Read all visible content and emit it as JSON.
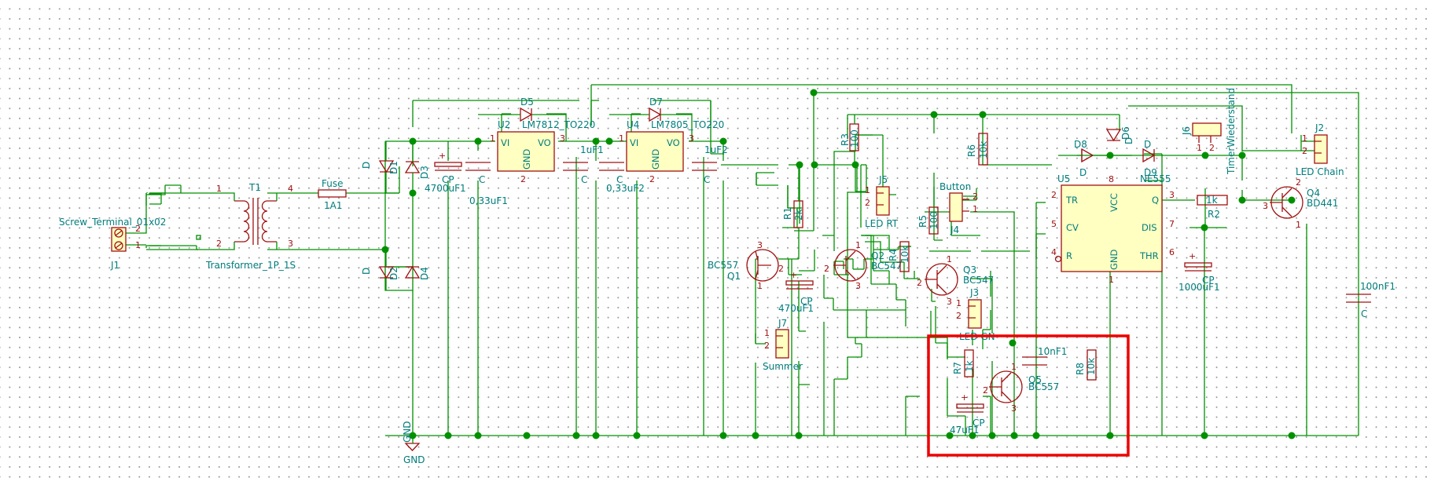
{
  "components": {
    "j1": {
      "ref": "J1",
      "value": "Screw_Terminal_01x02"
    },
    "t1": {
      "ref": "T1",
      "value": "Transformer_1P_1S"
    },
    "fuse": {
      "ref": "Fuse",
      "value": "1A1"
    },
    "d1": {
      "ref": "D1",
      "type": "D"
    },
    "d2": {
      "ref": "D2",
      "type": "D"
    },
    "d3": {
      "ref": "D3"
    },
    "d4": {
      "ref": "D4"
    },
    "cp1": {
      "ref": "CP",
      "value": "4700uF1"
    },
    "c1": {
      "ref": "C",
      "value": "0,33uF1"
    },
    "u2": {
      "ref": "U2",
      "value": "LM7812_TO220"
    },
    "d5": {
      "ref": "D5"
    },
    "c2": {
      "ref": "C",
      "value": "1uF1"
    },
    "c3": {
      "ref": "C",
      "value": "0,33uF2"
    },
    "u4": {
      "ref": "U4",
      "value": "LM7805_TO220"
    },
    "d7": {
      "ref": "D7"
    },
    "c4": {
      "ref": "C",
      "value": "1uF2"
    },
    "r3": {
      "ref": "R3",
      "value": "100"
    },
    "r1": {
      "ref": "R1",
      "value": "2k"
    },
    "q1": {
      "ref": "Q1",
      "value": "BC557"
    },
    "cp2": {
      "ref": "CP",
      "value": "470uF1"
    },
    "j7": {
      "ref": "J7",
      "value": "Summer"
    },
    "j5": {
      "ref": "J5",
      "value": "LED RT"
    },
    "q2": {
      "ref": "Q2",
      "value": "BC547"
    },
    "r4": {
      "ref": "R4",
      "value": "10k"
    },
    "r5": {
      "ref": "R5",
      "value": "100"
    },
    "r6": {
      "ref": "R6",
      "value": "10k"
    },
    "q3": {
      "ref": "Q3",
      "value": "BC547"
    },
    "j3": {
      "ref": "J3",
      "value": "LED GN"
    },
    "j4": {
      "ref": "J4",
      "value": "Button"
    },
    "r7": {
      "ref": "R7",
      "value": "1k"
    },
    "q5": {
      "ref": "Q5",
      "value": "BC557"
    },
    "cp3": {
      "ref": "CP",
      "value": "47uF1"
    },
    "c5": {
      "ref": "C",
      "value": "10nF1"
    },
    "r8": {
      "ref": "R8",
      "value": "10k"
    },
    "d6": {
      "ref": "D6",
      "type": "D"
    },
    "d8": {
      "ref": "D8",
      "type": "D"
    },
    "d9": {
      "ref": "D9",
      "type": "D"
    },
    "u5": {
      "ref": "U5",
      "value": "NE555"
    },
    "j6": {
      "ref": "J6",
      "value": "TimerWiederstand"
    },
    "r2": {
      "ref": "R2",
      "value": "1k"
    },
    "cp4": {
      "ref": "CP",
      "value": "1000uF1"
    },
    "q4": {
      "ref": "Q4",
      "value": "BD441"
    },
    "j2": {
      "ref": "J2",
      "value": "LED Chain"
    },
    "c6": {
      "ref": "C",
      "value": "100nF1"
    },
    "gnd": {
      "ref": "GND",
      "value": "GND"
    }
  },
  "ic_pins": {
    "reg_vi": "VI",
    "reg_vo": "VO",
    "reg_gnd": "GND",
    "tr": "TR",
    "vcc": "VCC",
    "q": "Q",
    "cv": "CV",
    "dis": "DIS",
    "r": "R",
    "gnd": "GND",
    "thr": "THR"
  },
  "pin_numbers": {
    "n1": "1",
    "n2": "2",
    "n3": "3",
    "n4": "4",
    "n5": "5",
    "n6": "6",
    "n7": "7",
    "n8": "8"
  },
  "colors": {
    "wire": "#009000",
    "symbol": "#a01010",
    "symbol_fill": "#ffffc2",
    "label": "#007d7d",
    "selection": "#ee0000"
  }
}
